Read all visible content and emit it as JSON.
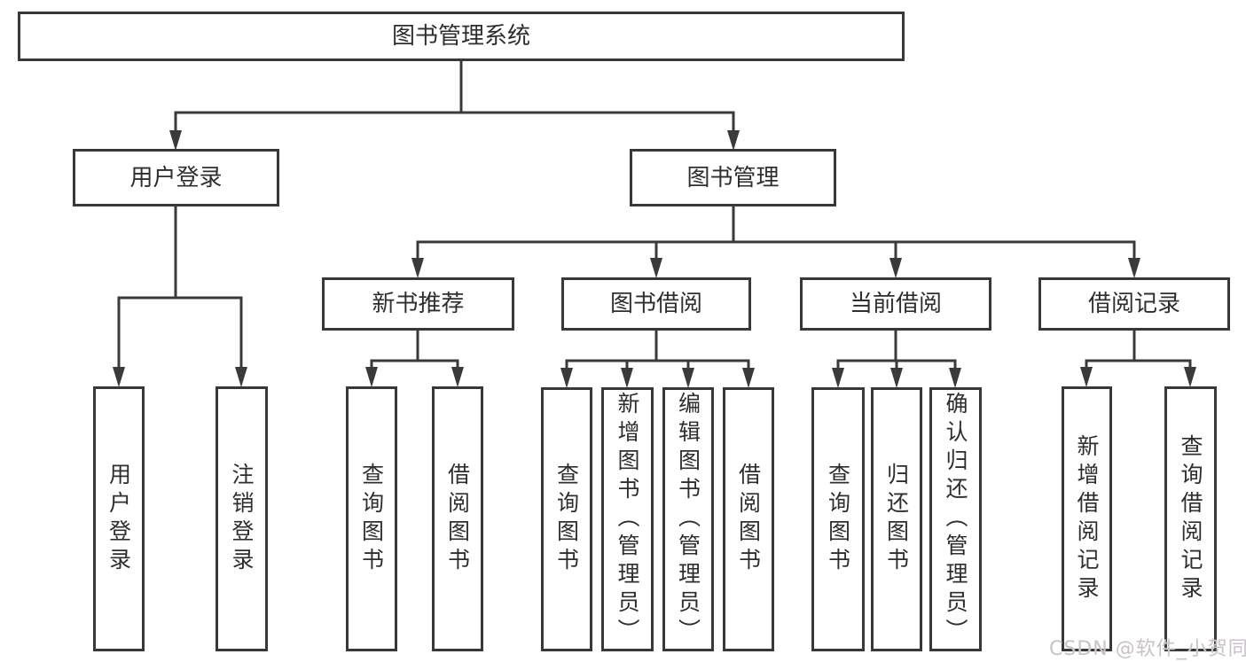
{
  "colors": {
    "line": "#3a3a3a",
    "text": "#2e2e2e",
    "box_border": "#383838",
    "box_background": "#ffffff",
    "page_background": "#ffffff",
    "watermark": "#c8c2c8"
  },
  "watermark": {
    "text": "CSDN @软件_小贺同学"
  },
  "tree": {
    "root": "图书管理系统",
    "branches": [
      {
        "label": "用户登录",
        "children": [
          "用户登录",
          "注销登录"
        ]
      },
      {
        "label": "图书管理",
        "children": [
          {
            "label": "新书推荐",
            "children": [
              "查询图书",
              "借阅图书"
            ]
          },
          {
            "label": "图书借阅",
            "children": [
              "查询图书",
              "新增图书（管理员）",
              "编辑图书（管理员）",
              "借阅图书"
            ]
          },
          {
            "label": "当前借阅",
            "children": [
              "查询图书",
              "归还图书",
              "确认归还（管理员）"
            ]
          },
          {
            "label": "借阅记录",
            "children": [
              "新增借阅记录",
              "查询借阅记录"
            ]
          }
        ]
      }
    ]
  }
}
